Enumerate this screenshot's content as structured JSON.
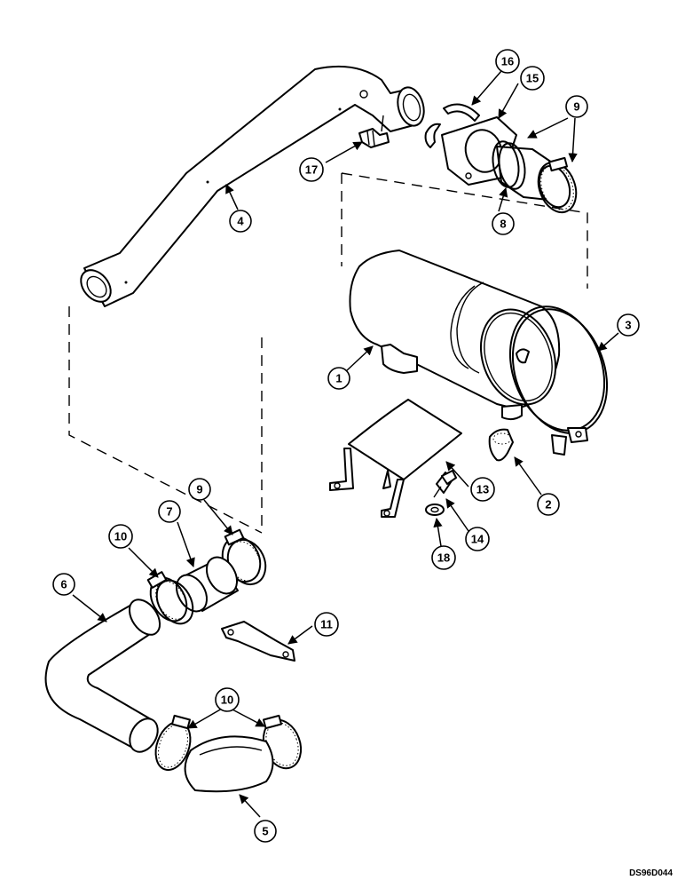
{
  "callouts": {
    "c1": "1",
    "c2": "2",
    "c3": "3",
    "c4": "4",
    "c5": "5",
    "c6": "6",
    "c7": "7",
    "c8": "8",
    "c9a": "9",
    "c9b": "9",
    "c10a": "10",
    "c10b": "10",
    "c11": "11",
    "c13": "13",
    "c14": "14",
    "c15": "15",
    "c16": "16",
    "c17": "17",
    "c18": "18"
  },
  "drawing_code": "DS96D044"
}
